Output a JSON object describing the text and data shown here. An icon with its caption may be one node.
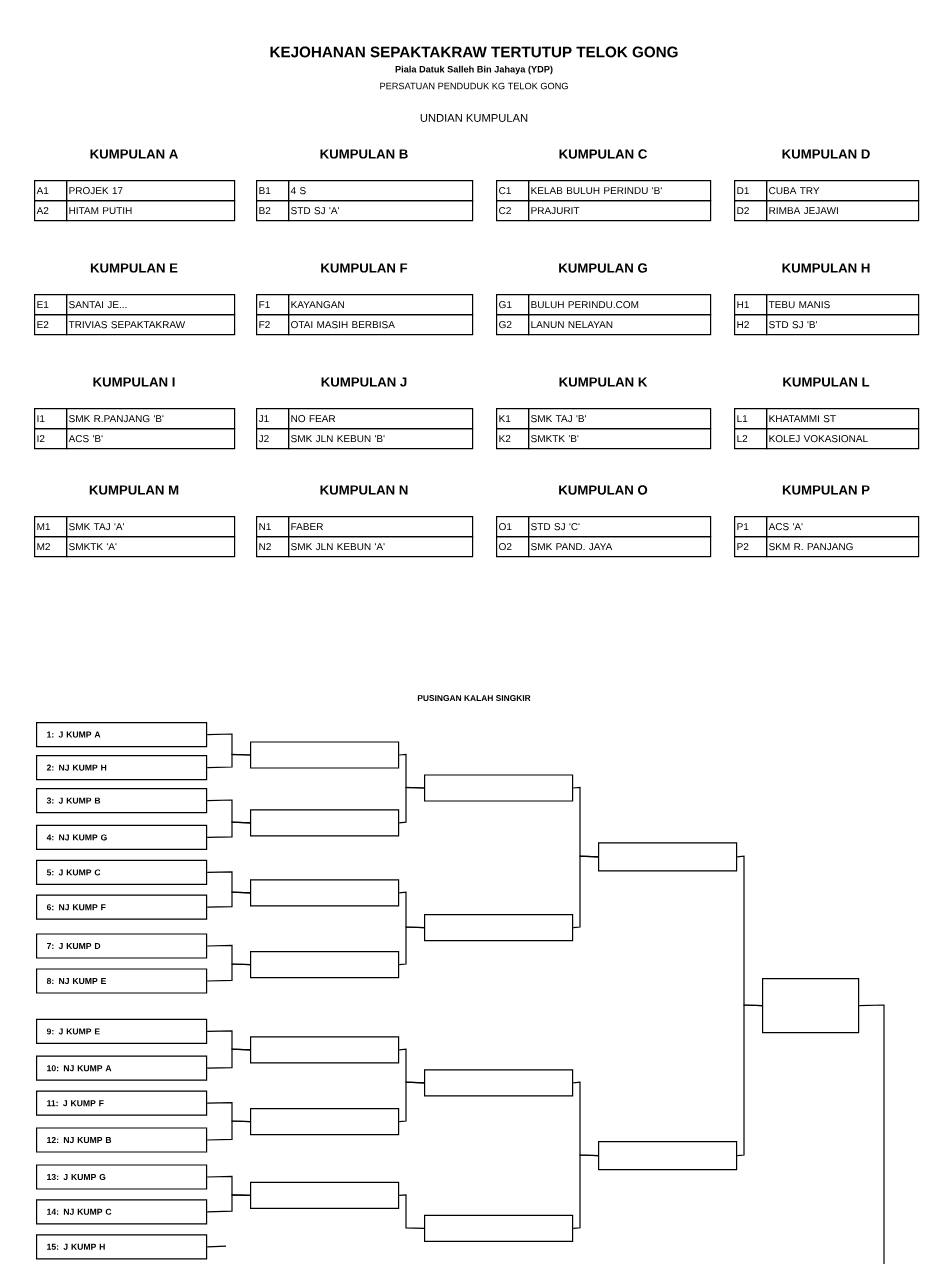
{
  "diagram": {
    "title": "KEJOHANAN SEPAKTAKRAW TERTUTUP TELOK GONG",
    "nodes": [
      {
        "text": [
          "1:  J KUMP A"
        ]
      },
      {
        "text": [
          "2: NJ KUMP H"
        ]
      },
      {
        "text": [
          "3: J KUMP B"
        ]
      },
      {
        "text": [
          "4: NJ KUMP G"
        ]
      },
      {
        "text": [
          "5: J KUMP C"
        ]
      },
      {
        "text": [
          "6: NJ KUMP F"
        ]
      },
      {
        "text": [
          "7: J KUMP D"
        ]
      },
      {
        "text": [
          "8: NJ KUMP E"
        ]
      },
      {
        "text": [
          "9: J KUMP E"
        ]
      },
      {
        "text": [
          "10: NJ KUMP A"
        ]
      },
      {
        "text": [
          "11: J KUMP F"
        ]
      },
      {
        "text": [
          "12: NJ KUMP B"
        ]
      },
      {
        "text": [
          "13: J KUMP G"
        ]
      },
      {
        "text": [
          "14: NJ KUMP C"
        ]
      },
      {
        "text": [
          "15: J KUMP H"
        ]
      },
      {
        "text": [],
        "shape": "box"
      },
      {
        "text": [],
        "shape": "box"
      },
      {
        "text": [],
        "shape": "box"
      },
      {
        "text": [],
        "shape": "box"
      },
      {
        "text": [],
        "shape": "box"
      },
      {
        "text": [],
        "shape": "box"
      },
      {
        "text": [],
        "shape": "box"
      },
      {
        "text": [],
        "shape": "box"
      },
      {
        "text": [],
        "shape": "box"
      },
      {
        "text": [],
        "shape": "box"
      },
      {
        "text": [],
        "shape": "box"
      },
      {
        "text": [],
        "shape": "box"
      },
      {
        "text": [],
        "shape": "box"
      },
      {
        "text": [],
        "shape": "box"
      }
    ],
    "edges": [
      {
        "from": 0,
        "to": 15,
        "arrow": "none"
      },
      {
        "from": 1,
        "to": 15,
        "arrow": "none"
      },
      {
        "from": 2,
        "to": 16,
        "arrow": "none"
      },
      {
        "from": 3,
        "to": 16,
        "arrow": "none"
      },
      {
        "from": 4,
        "to": 17,
        "arrow": "none"
      },
      {
        "from": 5,
        "to": 17,
        "arrow": "none"
      },
      {
        "from": 6,
        "to": 18,
        "arrow": "none"
      },
      {
        "from": 7,
        "to": 18,
        "arrow": "none"
      },
      {
        "from": 8,
        "to": 19,
        "arrow": "none"
      },
      {
        "from": 9,
        "to": 19,
        "arrow": "none"
      },
      {
        "from": 10,
        "to": 20,
        "arrow": "none"
      },
      {
        "from": 11,
        "to": 20,
        "arrow": "none"
      },
      {
        "from": 12,
        "to": 21,
        "arrow": "none"
      },
      {
        "from": 13,
        "to": 21,
        "arrow": "none"
      },
      {
        "from": 14,
        "to": null,
        "arrow": "none"
      },
      {
        "from": 15,
        "to": 22,
        "arrow": "none"
      },
      {
        "from": 16,
        "to": 22,
        "arrow": "none"
      },
      {
        "from": 17,
        "to": 23,
        "arrow": "none"
      },
      {
        "from": 18,
        "to": 23,
        "arrow": "none"
      },
      {
        "from": 19,
        "to": 24,
        "arrow": "none"
      },
      {
        "from": 20,
        "to": 24,
        "arrow": "none"
      },
      {
        "from": 21,
        "to": 25,
        "arrow": "none"
      },
      {
        "from": 22,
        "to": 26,
        "arrow": "none"
      },
      {
        "from": 23,
        "to": 26,
        "arrow": "none"
      },
      {
        "from": 24,
        "to": 27,
        "arrow": "none"
      },
      {
        "from": 25,
        "to": 27,
        "arrow": "none"
      },
      {
        "from": 26,
        "to": 28,
        "arrow": "none"
      },
      {
        "from": 27,
        "to": 28,
        "arrow": "none"
      },
      {
        "from": 28,
        "to": null,
        "arrow": "none"
      }
    ],
    "labels": [
      "Piala Datuk Salleh Bin Jahaya (YDP)",
      "PERSATUAN PENDUDUK KG TELOK GONG",
      "UNDIAN KUMPULAN",
      "KUMPULAN A",
      "KUMPULAN B",
      "KUMPULAN C",
      "KUMPULAN D",
      "A1",
      "PROJEK 17",
      "B1",
      "4 S",
      "C1",
      "KELAB BULUH PERINDU 'B'",
      "D1",
      "CUBA TRY",
      "A2",
      "HITAM PUTIH",
      "B2",
      "STD SJ 'A'",
      "C2",
      "PRAJURIT",
      "D2",
      "RIMBA JEJAWI",
      "KUMPULAN E",
      "KUMPULAN F",
      "KUMPULAN G",
      "KUMPULAN H",
      "E1",
      "SANTAI JE...",
      "F1",
      "KAYANGAN",
      "G1",
      "BULUH PERINDU.COM",
      "H1",
      "TEBU MANIS",
      "E2",
      "TRIVIAS SEPAKTAKRAW",
      "F2",
      "OTAI MASIH BERBISA",
      "G2",
      "LANUN NELAYAN",
      "H2",
      "STD SJ 'B'",
      "KUMPULAN I",
      "KUMPULAN J",
      "KUMPULAN K",
      "KUMPULAN L",
      "I1",
      "SMK R.PANJANG 'B'",
      "J1",
      "NO FEAR",
      "K1",
      "SMK TAJ 'B'",
      "L1",
      "KHATAMMI ST",
      "I2",
      "ACS 'B'",
      "J2",
      "SMK JLN KEBUN 'B'",
      "K2",
      "SMKTK 'B'",
      "L2",
      "KOLEJ VOKASIONAL",
      "KUMPULAN M",
      "KUMPULAN N",
      "KUMPULAN O",
      "KUMPULAN P",
      "M1",
      "SMK TAJ 'A'",
      "N1",
      "FABER",
      "O1",
      "STD SJ 'C'",
      "P1",
      "ACS 'A'",
      "M2",
      "SMKTK 'A'",
      "N2",
      "SMK JLN KEBUN 'A'",
      "O2",
      "SMK PAND. JAYA",
      "P2",
      "SKM R. PANJANG",
      "PUSINGAN KALAH SINGKIR"
    ]
  }
}
